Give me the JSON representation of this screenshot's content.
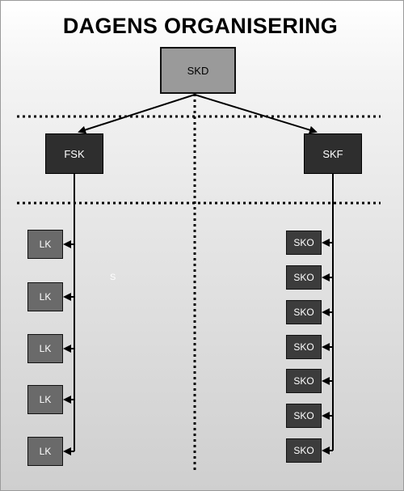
{
  "title": "DAGENS ORGANISERING",
  "root": {
    "label": "SKD"
  },
  "level2": [
    {
      "label": "FSK"
    },
    {
      "label": "SKF"
    }
  ],
  "left_units": [
    {
      "label": "LK"
    },
    {
      "label": "LK"
    },
    {
      "label": "LK"
    },
    {
      "label": "LK"
    },
    {
      "label": "LK"
    }
  ],
  "right_units": [
    {
      "label": "SKO"
    },
    {
      "label": "SKO"
    },
    {
      "label": "SKO"
    },
    {
      "label": "SKO"
    },
    {
      "label": "SKO"
    },
    {
      "label": "SKO"
    },
    {
      "label": "SKO"
    }
  ],
  "stray_text": "S"
}
